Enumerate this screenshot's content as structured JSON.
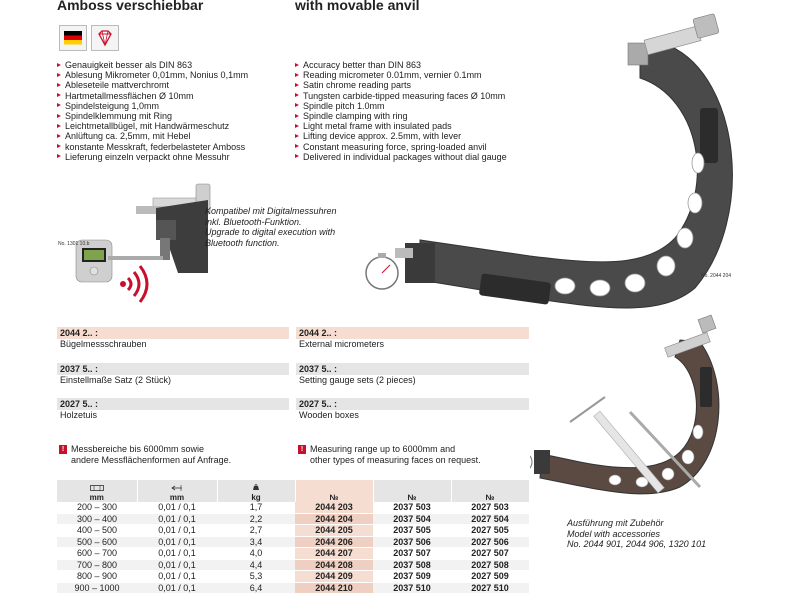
{
  "title_de": "Amboss verschiebbar",
  "title_en": "with movable anvil",
  "features_de": [
    "Genauigkeit besser als DIN 863",
    "Ablesung Mikrometer 0,01mm, Nonius 0,1mm",
    "Ableseteile mattverchromt",
    "Hartmetallmessflächen Ø 10mm",
    "Spindelsteigung 1,0mm",
    "Spindelklemmung mit Ring",
    "Leichtmetallbügel, mit Handwärmeschutz",
    "Anlüftung ca. 2,5mm, mit Hebel",
    "konstante Messkraft, federbelasteter Amboss",
    "Lieferung einzeln verpackt ohne Messuhr"
  ],
  "features_en": [
    "Accuracy better than DIN 863",
    "Reading micrometer 0.01mm, vernier 0.1mm",
    "Satin chrome reading parts",
    "Tungsten carbide-tipped measuring faces Ø 10mm",
    "Spindle pitch 1.0mm",
    "Spindle clamping with ring",
    "Light metal frame with insulated pads",
    "Lifting device approx. 2.5mm, with lever",
    "Constant measuring force, spring-loaded anvil",
    "Delivered in individual packages without dial gauge"
  ],
  "bluetooth_note": [
    "Kompatibel mit Digitalmessuhren",
    "inkl. Bluetooth-Funktion.",
    "Upgrade to digital execution with",
    "Bluetooth function."
  ],
  "small_label_1": "No. 1301 10.b",
  "small_label_2": "No. 2044 204",
  "accessories": [
    {
      "code": "2044 2.. :",
      "de": "Bügelmessschrauben",
      "en": "External micrometers"
    },
    {
      "code": "2037 5.. :",
      "de": "Einstellmaße Satz (2 Stück)",
      "en": "Setting gauge sets (2 pieces)"
    },
    {
      "code": "2027 5.. :",
      "de": "Holzetuis",
      "en": "Wooden boxes"
    }
  ],
  "warning_de": [
    "Messbereiche bis 6000mm sowie",
    "andere Messflächenformen auf Anfrage."
  ],
  "warning_en": [
    "Measuring range up to 6000mm and",
    "other types of measuring faces on request."
  ],
  "accessory_caption": [
    "Ausführung mit Zubehör",
    "Model with accessories",
    "No. 2044 901, 2044 906, 1320 101"
  ],
  "warning_mark": "!",
  "table": {
    "headers": [
      "mm",
      "mm",
      "kg",
      "№",
      "№",
      "№"
    ],
    "rows": [
      [
        "200 – 300",
        "0,01 / 0,1",
        "1,7",
        "2044 203",
        "2037 503",
        "2027 503"
      ],
      [
        "300 – 400",
        "0,01 / 0,1",
        "2,2",
        "2044 204",
        "2037 504",
        "2027 504"
      ],
      [
        "400 – 500",
        "0,01 / 0,1",
        "2,7",
        "2044 205",
        "2037 505",
        "2027 505"
      ],
      [
        "500 – 600",
        "0,01 / 0,1",
        "3,4",
        "2044 206",
        "2037 506",
        "2027 506"
      ],
      [
        "600 – 700",
        "0,01 / 0,1",
        "4,0",
        "2044 207",
        "2037 507",
        "2027 507"
      ],
      [
        "700 – 800",
        "0,01 / 0,1",
        "4,4",
        "2044 208",
        "2037 508",
        "2027 508"
      ],
      [
        "800 – 900",
        "0,01 / 0,1",
        "5,3",
        "2044 209",
        "2037 509",
        "2027 509"
      ],
      [
        "900 – 1000",
        "0,01 / 0,1",
        "6,4",
        "2044 210",
        "2037 510",
        "2027 510"
      ]
    ]
  },
  "colors": {
    "accent_red": "#c8102e",
    "highlight": "#f6ddd2",
    "header_gray": "#e5e5e5"
  }
}
